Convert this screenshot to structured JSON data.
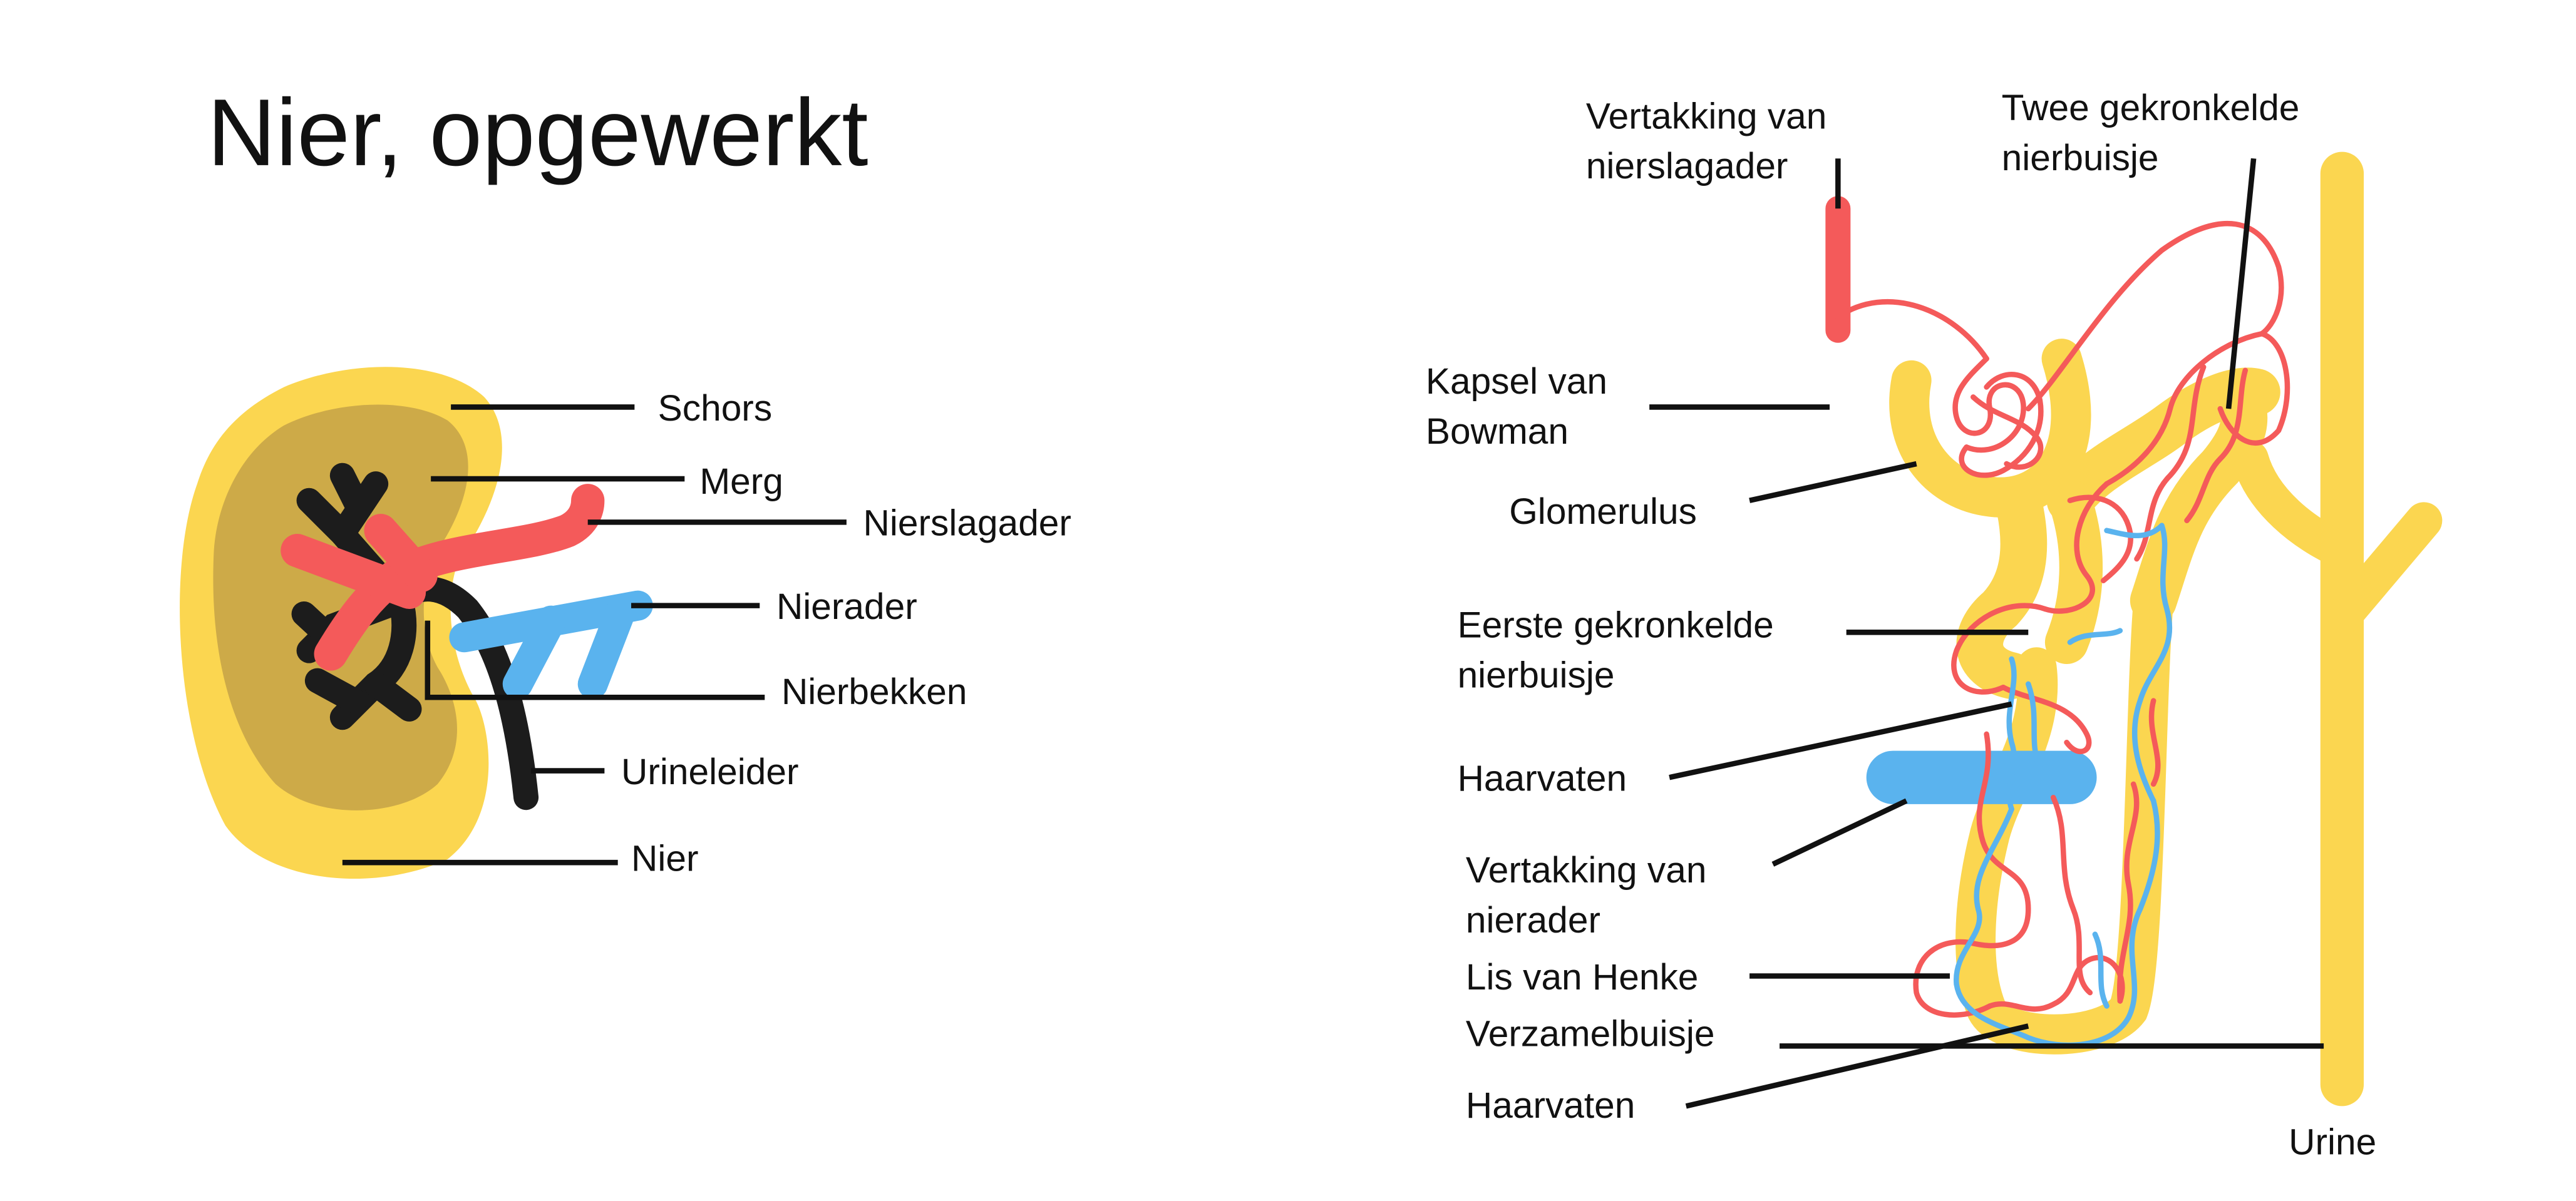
{
  "colors": {
    "yellow": "#FBD650",
    "medulla": "#CDAA48",
    "red": "#F45A5A",
    "blue": "#5AB3EE",
    "black": "#1C1C1C"
  },
  "left": {
    "title": "Nier, opgewerkt",
    "labels": {
      "schors": "Schors",
      "merg": "Merg",
      "nierslagader": "Nierslagader",
      "nierader": "Nierader",
      "nierbekken": "Nierbekken",
      "urineleider": "Urineleider",
      "nier": "Nier"
    }
  },
  "right": {
    "labels": {
      "vert_slagader_1": "Vertakking van",
      "vert_slagader_2": "nierslagader",
      "tweede_1": "Twee gekronkelde",
      "tweede_2": "nierbuisje",
      "kapsel_1": "Kapsel van",
      "kapsel_2": "Bowman",
      "glomerulus": "Glomerulus",
      "eerste_1": "Eerste gekronkelde",
      "eerste_2": "nierbuisje",
      "haarvaten_1": "Haarvaten",
      "vert_ader_1": "Vertakking van",
      "vert_ader_2": "nierader",
      "lis": "Lis van Henke",
      "verzamel": "Verzamelbuisje",
      "haarvaten_2": "Haarvaten",
      "urine": "Urine"
    }
  }
}
